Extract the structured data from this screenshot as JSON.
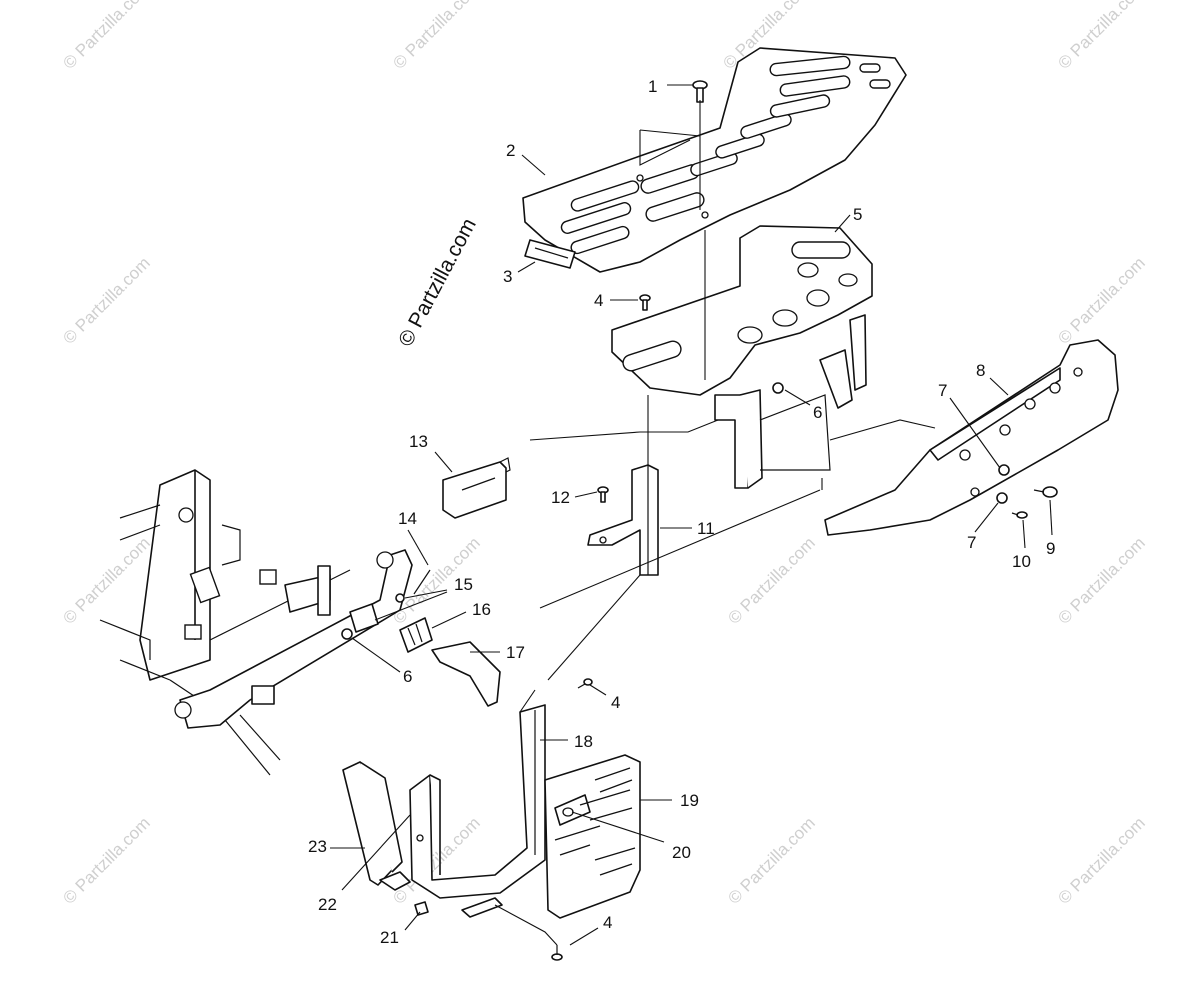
{
  "copyright_text": "© Partzilla.com",
  "watermark_text": "© Partzilla.com",
  "colors": {
    "ink": "#111111",
    "watermark": "#cfcfcf",
    "background": "#ffffff"
  },
  "callouts": [
    "1",
    "2",
    "3",
    "4",
    "5",
    "6",
    "7",
    "8",
    "9",
    "10",
    "11",
    "12",
    "13",
    "14",
    "15",
    "16",
    "17",
    "18",
    "19",
    "20",
    "21",
    "22",
    "23"
  ],
  "callout_repeats": {
    "4": 3,
    "6": 2,
    "7": 2
  }
}
